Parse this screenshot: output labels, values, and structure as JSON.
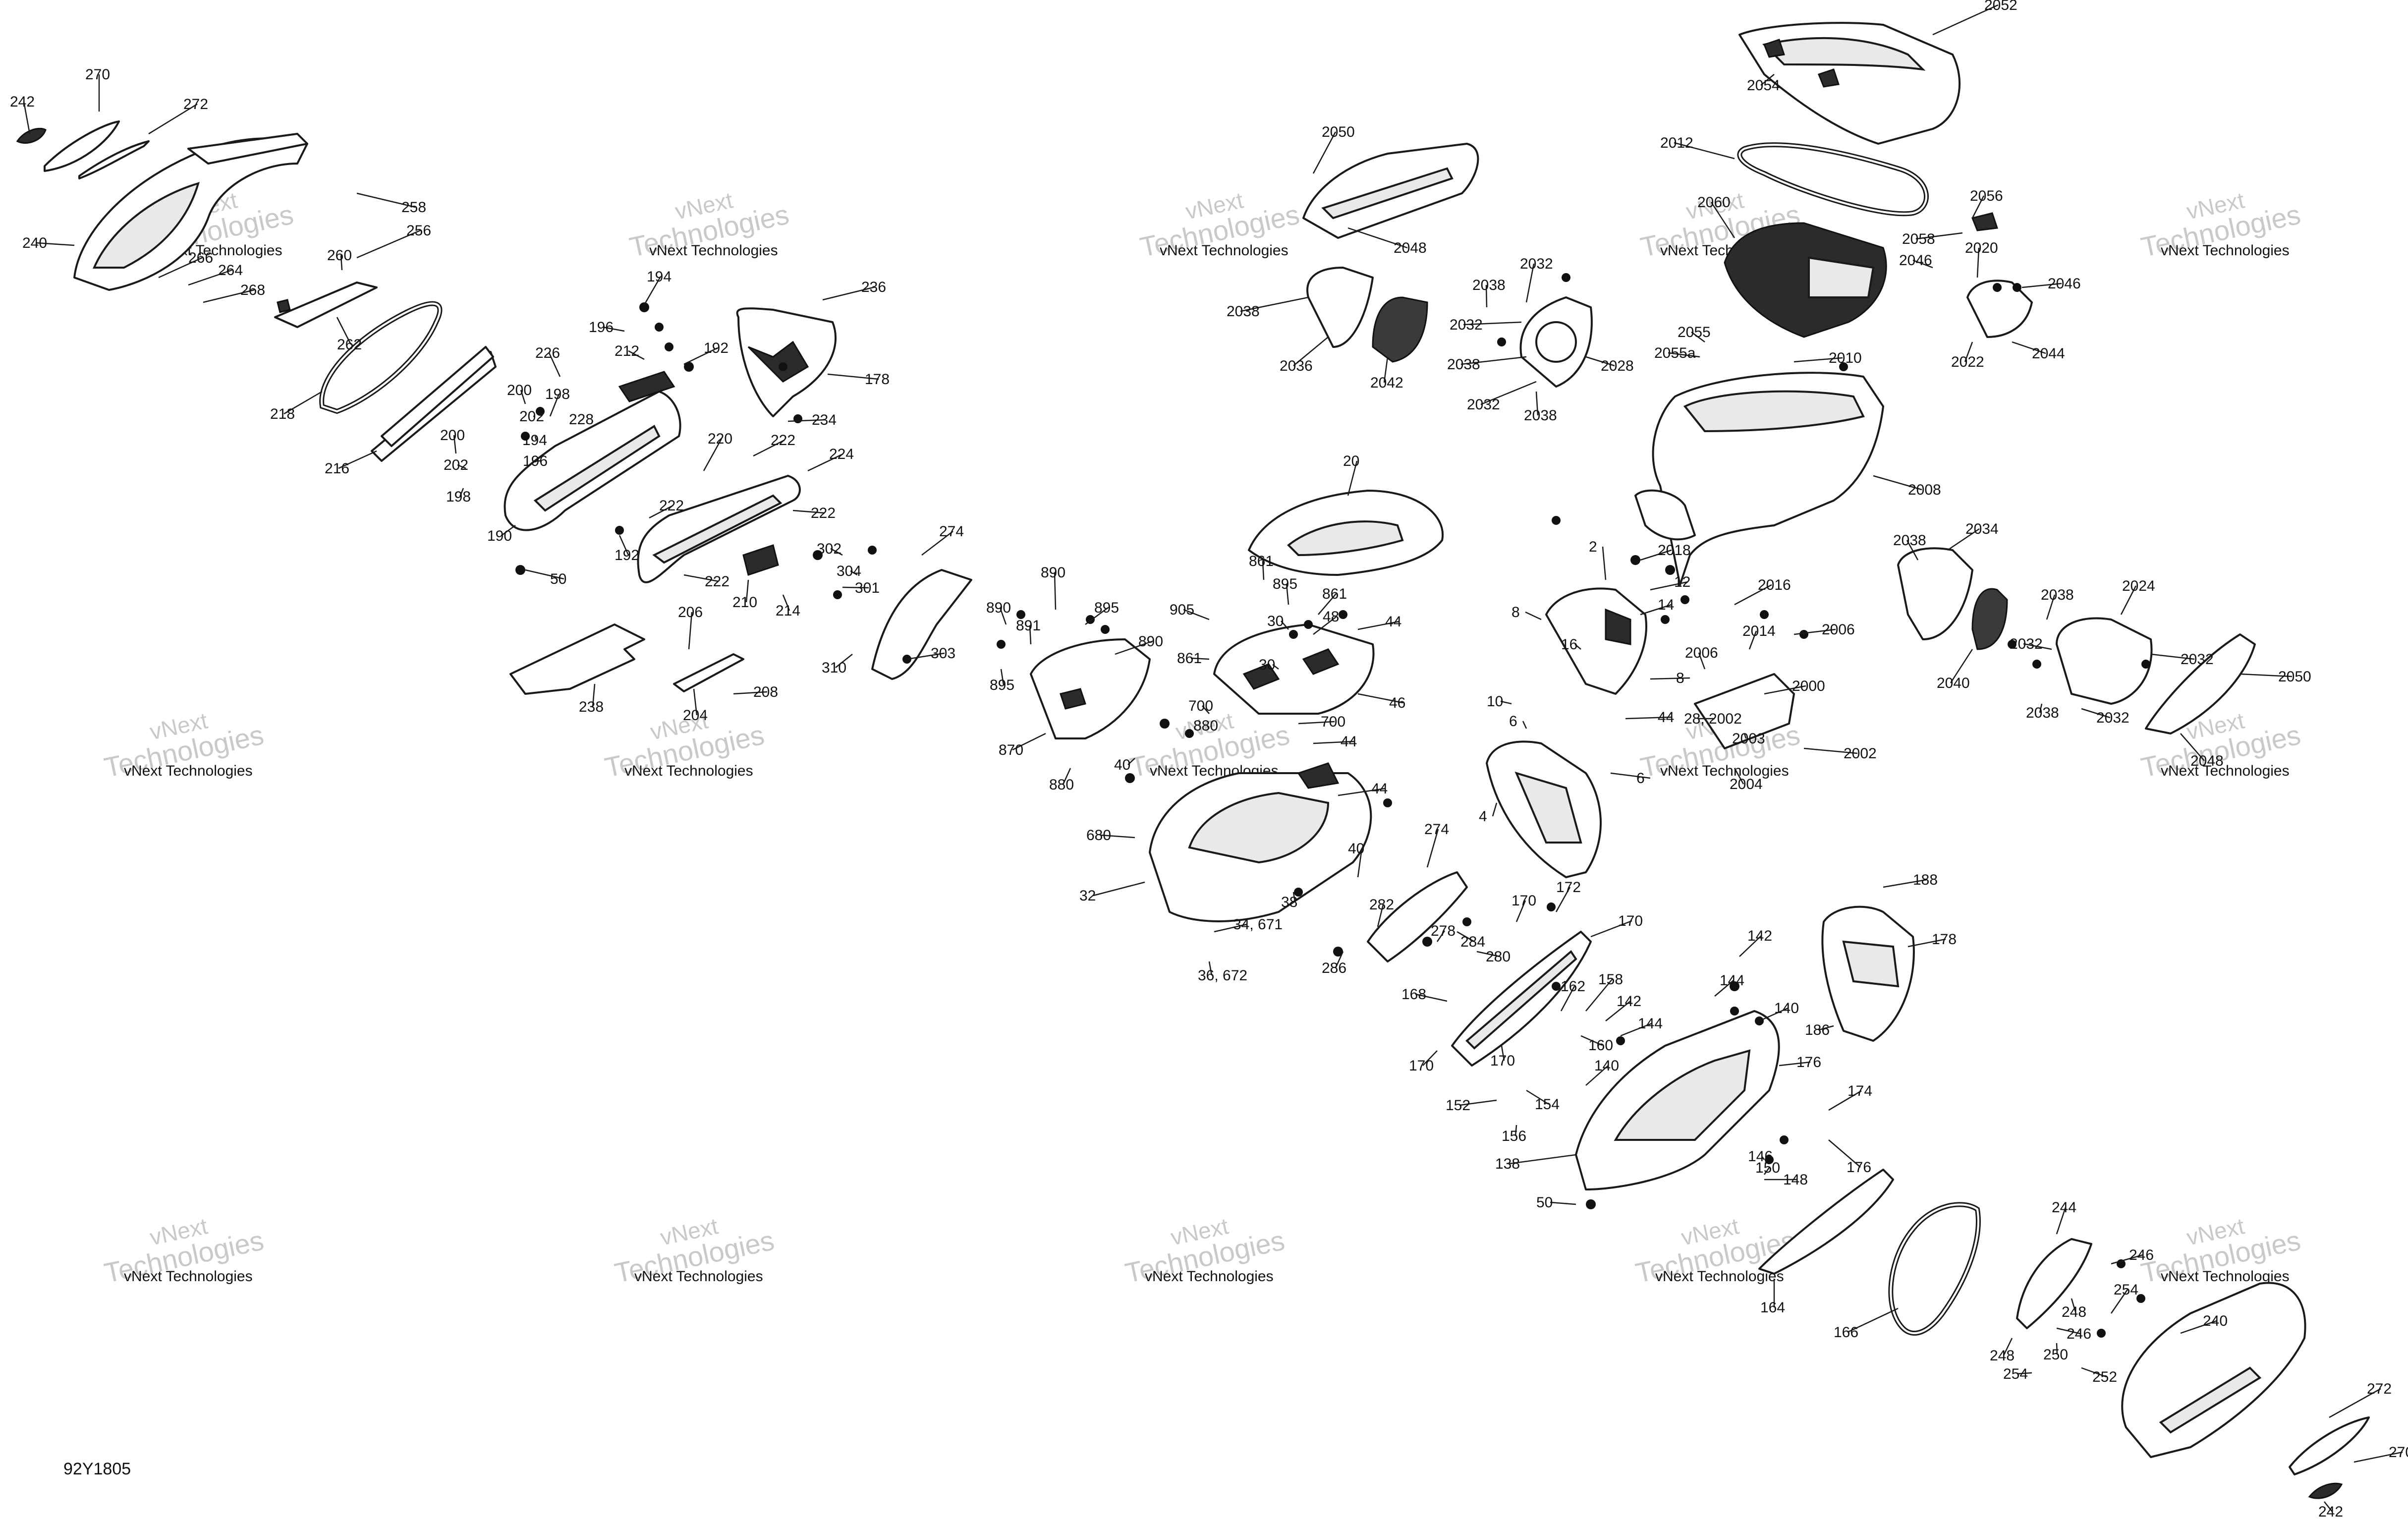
{
  "diagram": {
    "reference_code": "92Y1805",
    "watermark": {
      "line1": "vNext",
      "line2": "Technologies",
      "line3": "vNext Technologies"
    },
    "callouts": [
      {
        "id": "c1",
        "text": "242"
      },
      {
        "id": "c2",
        "text": "270"
      },
      {
        "id": "c3",
        "text": "272"
      },
      {
        "id": "c4",
        "text": "258"
      },
      {
        "id": "c5",
        "text": "256"
      },
      {
        "id": "c6",
        "text": "240"
      },
      {
        "id": "c7",
        "text": "266"
      },
      {
        "id": "c8",
        "text": "260"
      },
      {
        "id": "c9",
        "text": "264"
      },
      {
        "id": "c10",
        "text": "268"
      },
      {
        "id": "c11",
        "text": "262"
      },
      {
        "id": "c12",
        "text": "218"
      },
      {
        "id": "c13",
        "text": "216"
      },
      {
        "id": "c14",
        "text": "194"
      },
      {
        "id": "c15",
        "text": "196"
      },
      {
        "id": "c16",
        "text": "212"
      },
      {
        "id": "c17",
        "text": "192"
      },
      {
        "id": "c18",
        "text": "226"
      },
      {
        "id": "c19",
        "text": "200"
      },
      {
        "id": "c20",
        "text": "198"
      },
      {
        "id": "c21",
        "text": "202"
      },
      {
        "id": "c22",
        "text": "228"
      },
      {
        "id": "c23",
        "text": "194"
      },
      {
        "id": "c24",
        "text": "196"
      },
      {
        "id": "c25",
        "text": "200"
      },
      {
        "id": "c26",
        "text": "202"
      },
      {
        "id": "c27",
        "text": "198"
      },
      {
        "id": "c28",
        "text": "190"
      },
      {
        "id": "c29",
        "text": "50"
      },
      {
        "id": "c30",
        "text": "192"
      },
      {
        "id": "c31",
        "text": "222"
      },
      {
        "id": "c32",
        "text": "236"
      },
      {
        "id": "c33",
        "text": "178"
      },
      {
        "id": "c34",
        "text": "234"
      },
      {
        "id": "c35",
        "text": "220"
      },
      {
        "id": "c36",
        "text": "222"
      },
      {
        "id": "c37",
        "text": "224"
      },
      {
        "id": "c38",
        "text": "222"
      },
      {
        "id": "c39",
        "text": "222"
      },
      {
        "id": "c40",
        "text": "210"
      },
      {
        "id": "c41",
        "text": "214"
      },
      {
        "id": "c42",
        "text": "302"
      },
      {
        "id": "c43",
        "text": "304"
      },
      {
        "id": "c44",
        "text": "301"
      },
      {
        "id": "c45",
        "text": "274"
      },
      {
        "id": "c46",
        "text": "310"
      },
      {
        "id": "c47",
        "text": "303"
      },
      {
        "id": "c48",
        "text": "206"
      },
      {
        "id": "c49",
        "text": "204"
      },
      {
        "id": "c50",
        "text": "208"
      },
      {
        "id": "c51",
        "text": "238"
      },
      {
        "id": "c52",
        "text": "2050"
      },
      {
        "id": "c53",
        "text": "2048"
      },
      {
        "id": "c54",
        "text": "2038"
      },
      {
        "id": "c55",
        "text": "2036"
      },
      {
        "id": "c56",
        "text": "2042"
      },
      {
        "id": "c57",
        "text": "2038"
      },
      {
        "id": "c58",
        "text": "2032"
      },
      {
        "id": "c59",
        "text": "2032"
      },
      {
        "id": "c60",
        "text": "2038"
      },
      {
        "id": "c61",
        "text": "2028"
      },
      {
        "id": "c62",
        "text": "2032"
      },
      {
        "id": "c63",
        "text": "2038"
      },
      {
        "id": "c64",
        "text": "2052"
      },
      {
        "id": "c65",
        "text": "2054"
      },
      {
        "id": "c66",
        "text": "2012"
      },
      {
        "id": "c67",
        "text": "2060"
      },
      {
        "id": "c68",
        "text": "2056"
      },
      {
        "id": "c69",
        "text": "2058"
      },
      {
        "id": "c70",
        "text": "2020"
      },
      {
        "id": "c71",
        "text": "2046"
      },
      {
        "id": "c72",
        "text": "2046"
      },
      {
        "id": "c73",
        "text": "2055"
      },
      {
        "id": "c74",
        "text": "2055a"
      },
      {
        "id": "c75",
        "text": "2010"
      },
      {
        "id": "c76",
        "text": "2022"
      },
      {
        "id": "c77",
        "text": "2044"
      },
      {
        "id": "c78",
        "text": "2008"
      },
      {
        "id": "c79",
        "text": "20"
      },
      {
        "id": "c80",
        "text": "861"
      },
      {
        "id": "c81",
        "text": "895"
      },
      {
        "id": "c82",
        "text": "861"
      },
      {
        "id": "c83",
        "text": "48"
      },
      {
        "id": "c84",
        "text": "44"
      },
      {
        "id": "c85",
        "text": "905"
      },
      {
        "id": "c86",
        "text": "30"
      },
      {
        "id": "c87",
        "text": "890"
      },
      {
        "id": "c88",
        "text": "890"
      },
      {
        "id": "c89",
        "text": "891"
      },
      {
        "id": "c90",
        "text": "895"
      },
      {
        "id": "c91",
        "text": "890"
      },
      {
        "id": "c92",
        "text": "895"
      },
      {
        "id": "c93",
        "text": "861"
      },
      {
        "id": "c94",
        "text": "30"
      },
      {
        "id": "c95",
        "text": "46"
      },
      {
        "id": "c96",
        "text": "700"
      },
      {
        "id": "c97",
        "text": "880"
      },
      {
        "id": "c98",
        "text": "700"
      },
      {
        "id": "c99",
        "text": "44"
      },
      {
        "id": "c100",
        "text": "870"
      },
      {
        "id": "c101",
        "text": "880"
      },
      {
        "id": "c102",
        "text": "40"
      },
      {
        "id": "c103",
        "text": "44"
      },
      {
        "id": "c104",
        "text": "680"
      },
      {
        "id": "c105",
        "text": "32"
      },
      {
        "id": "c106",
        "text": "38"
      },
      {
        "id": "c107",
        "text": "40"
      },
      {
        "id": "c108",
        "text": "34, 671"
      },
      {
        "id": "c109",
        "text": "36, 672"
      },
      {
        "id": "c110",
        "text": "274"
      },
      {
        "id": "c111",
        "text": "282"
      },
      {
        "id": "c112",
        "text": "278"
      },
      {
        "id": "c113",
        "text": "284"
      },
      {
        "id": "c114",
        "text": "280"
      },
      {
        "id": "c115",
        "text": "286"
      },
      {
        "id": "c116",
        "text": "2"
      },
      {
        "id": "c117",
        "text": "2018"
      },
      {
        "id": "c118",
        "text": "12"
      },
      {
        "id": "c119",
        "text": "14"
      },
      {
        "id": "c120",
        "text": "2016"
      },
      {
        "id": "c121",
        "text": "2006"
      },
      {
        "id": "c122",
        "text": "2014"
      },
      {
        "id": "c123",
        "text": "2006"
      },
      {
        "id": "c124",
        "text": "8"
      },
      {
        "id": "c125",
        "text": "8"
      },
      {
        "id": "c126",
        "text": "16"
      },
      {
        "id": "c127",
        "text": "10"
      },
      {
        "id": "c128",
        "text": "6"
      },
      {
        "id": "c129",
        "text": "44"
      },
      {
        "id": "c130",
        "text": "2000"
      },
      {
        "id": "c131",
        "text": "28, 2002"
      },
      {
        "id": "c132",
        "text": "2003"
      },
      {
        "id": "c133",
        "text": "2002"
      },
      {
        "id": "c134",
        "text": "2004"
      },
      {
        "id": "c135",
        "text": "4"
      },
      {
        "id": "c136",
        "text": "6"
      },
      {
        "id": "c137",
        "text": "2038"
      },
      {
        "id": "c138",
        "text": "2034"
      },
      {
        "id": "c139",
        "text": "2040"
      },
      {
        "id": "c140",
        "text": "2038"
      },
      {
        "id": "c141",
        "text": "2024"
      },
      {
        "id": "c142",
        "text": "2032"
      },
      {
        "id": "c143",
        "text": "2032"
      },
      {
        "id": "c144",
        "text": "2038"
      },
      {
        "id": "c145",
        "text": "2032"
      },
      {
        "id": "c146",
        "text": "2050"
      },
      {
        "id": "c147",
        "text": "2048"
      },
      {
        "id": "c148",
        "text": "172"
      },
      {
        "id": "c149",
        "text": "170"
      },
      {
        "id": "c150",
        "text": "170"
      },
      {
        "id": "c151",
        "text": "168"
      },
      {
        "id": "c152",
        "text": "162"
      },
      {
        "id": "c153",
        "text": "158"
      },
      {
        "id": "c154",
        "text": "142"
      },
      {
        "id": "c155",
        "text": "144"
      },
      {
        "id": "c156",
        "text": "160"
      },
      {
        "id": "c157",
        "text": "170"
      },
      {
        "id": "c158",
        "text": "140"
      },
      {
        "id": "c159",
        "text": "170"
      },
      {
        "id": "c160",
        "text": "152"
      },
      {
        "id": "c161",
        "text": "154"
      },
      {
        "id": "c162",
        "text": "156"
      },
      {
        "id": "c163",
        "text": "138"
      },
      {
        "id": "c164",
        "text": "50"
      },
      {
        "id": "c165",
        "text": "142"
      },
      {
        "id": "c166",
        "text": "144"
      },
      {
        "id": "c167",
        "text": "140"
      },
      {
        "id": "c168",
        "text": "176"
      },
      {
        "id": "c169",
        "text": "188"
      },
      {
        "id": "c170",
        "text": "178"
      },
      {
        "id": "c171",
        "text": "186"
      },
      {
        "id": "c172",
        "text": "174"
      },
      {
        "id": "c173",
        "text": "176"
      },
      {
        "id": "c174",
        "text": "146"
      },
      {
        "id": "c175",
        "text": "150"
      },
      {
        "id": "c176",
        "text": "148"
      },
      {
        "id": "c177",
        "text": "164"
      },
      {
        "id": "c178",
        "text": "166"
      },
      {
        "id": "c179",
        "text": "244"
      },
      {
        "id": "c180",
        "text": "246"
      },
      {
        "id": "c181",
        "text": "254"
      },
      {
        "id": "c182",
        "text": "248"
      },
      {
        "id": "c183",
        "text": "246"
      },
      {
        "id": "c184",
        "text": "248"
      },
      {
        "id": "c185",
        "text": "250"
      },
      {
        "id": "c186",
        "text": "254"
      },
      {
        "id": "c187",
        "text": "252"
      },
      {
        "id": "c188",
        "text": "240"
      },
      {
        "id": "c189",
        "text": "272"
      },
      {
        "id": "c190",
        "text": "270"
      },
      {
        "id": "c191",
        "text": "242"
      }
    ]
  }
}
